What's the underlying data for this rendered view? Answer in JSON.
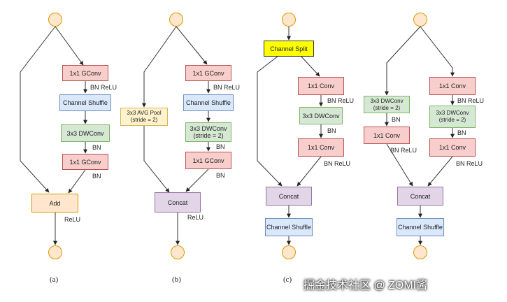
{
  "a": {
    "conv1": "1x1 GConv",
    "bnrelu": "BN ReLU",
    "shuffle": "Channel Shuffle",
    "dw": "3x3 DWConv",
    "bn1": "BN",
    "conv2": "1x1 GConv",
    "bn2": "BN",
    "add": "Add",
    "relu": "ReLU",
    "caption": "(a)"
  },
  "b": {
    "pool": "3x3 AVG Pool\n(stride = 2)",
    "conv1": "1x1 GConv",
    "bnrelu": "BN ReLU",
    "shuffle": "Channel Shuffle",
    "dw": "3x3 DWConv\n(stride = 2)",
    "bn1": "BN",
    "conv2": "1x1 GConv",
    "bn2": "BN",
    "concat": "Concat",
    "relu": "ReLU",
    "caption": "(b)"
  },
  "c": {
    "split": "Channel Split",
    "conv1": "1x1 Conv",
    "bnrelu1": "BN ReLU",
    "dw": "3x3 DWConv",
    "bn": "BN",
    "conv2": "1x1 Conv",
    "bnrelu2": "BN ReLU",
    "concat": "Concat",
    "shuffle": "Channel Shuffle",
    "caption": "(c)"
  },
  "d": {
    "left_dw": "3x3 DWConv\n(stride = 2)",
    "left_bn": "BN",
    "left_conv": "1x1 Conv",
    "left_bnrelu": "BN ReLU",
    "right_conv1": "1x1 Conv",
    "right_bnrelu1": "BN ReLU",
    "right_dw": "3x3 DWConv\n(stride = 2)",
    "right_bn": "BN",
    "right_conv2": "1x1 Conv",
    "right_bnrelu2": "BN ReLU",
    "concat": "Concat",
    "shuffle": "Channel Shuffle"
  },
  "watermark": "掘金技术社区 @ ZOMI酱"
}
